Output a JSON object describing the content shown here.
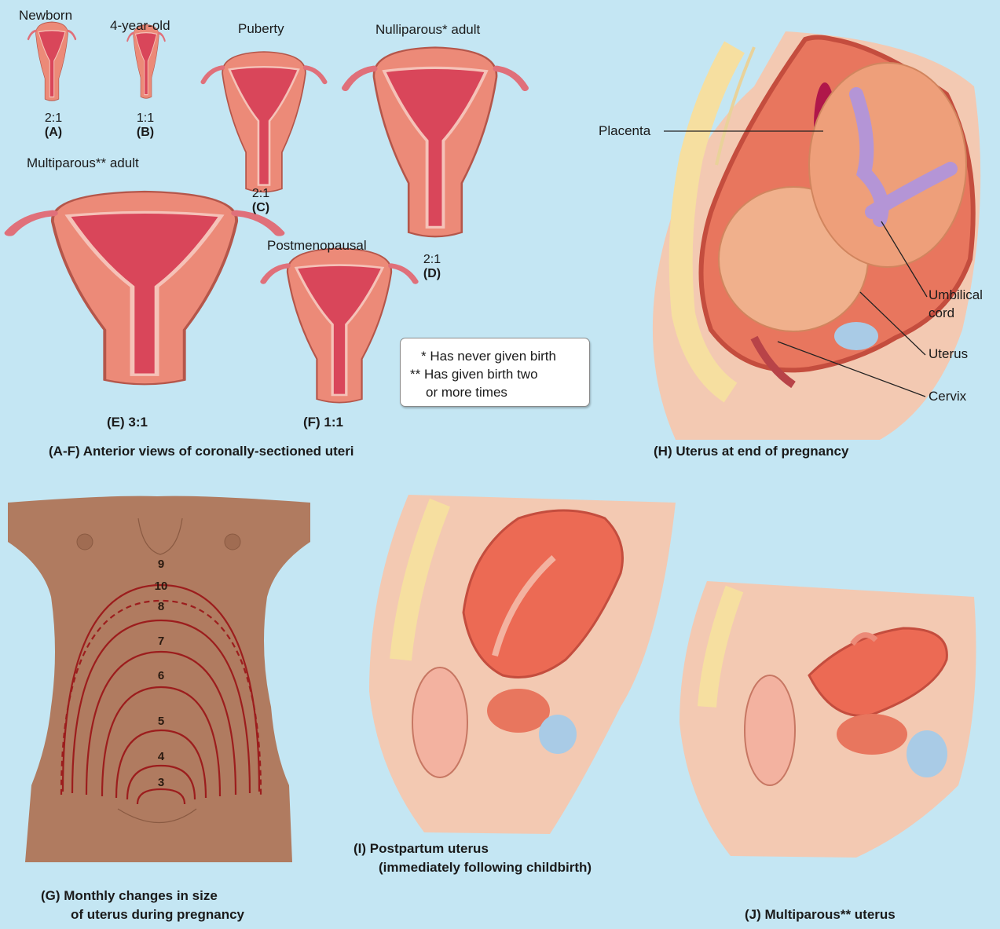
{
  "stages": {
    "newborn": {
      "title": "Newborn",
      "ratio": "2:1",
      "letter": "(A)"
    },
    "four_year": {
      "title": "4-year-old",
      "ratio": "1:1",
      "letter": "(B)"
    },
    "puberty": {
      "title": "Puberty",
      "ratio": "2:1",
      "letter": "(C)"
    },
    "nulliparous": {
      "title": "Nulliparous* adult",
      "ratio": "2:1",
      "letter": "(D)"
    },
    "multiparous": {
      "title": "Multiparous** adult",
      "ratio_line": "(E)  3:1"
    },
    "postmenopausal": {
      "title": "Postmenopausal",
      "ratio_line": "(F)  1:1"
    }
  },
  "legend": {
    "line1": "* Has never given birth",
    "line2": "** Has given birth two",
    "line3": "or more times"
  },
  "captions": {
    "a_f": "(A-F) Anterior views of coronally-sectioned uteri",
    "g_line1": "(G) Monthly changes in size",
    "g_line2": "of uterus during pregnancy",
    "h": "(H) Uterus at end of pregnancy",
    "i_line1": "(I)  Postpartum uterus",
    "i_line2": "(immediately following childbirth)",
    "j": "(J) Multiparous** uterus"
  },
  "pregnancy_labels": {
    "placenta": "Placenta",
    "umbilical_1": "Umbilical",
    "umbilical_2": "cord",
    "uterus": "Uterus",
    "cervix": "Cervix"
  },
  "months": [
    "9",
    "10",
    "8",
    "7",
    "6",
    "5",
    "4",
    "3"
  ],
  "colors": {
    "background": "#c4e6f3",
    "uterus_wall": "#ec8a78",
    "uterus_cavity": "#d9465a",
    "skin": "#b07b60",
    "month_line": "#9c1d1d",
    "bone": "#f6dfa0"
  }
}
